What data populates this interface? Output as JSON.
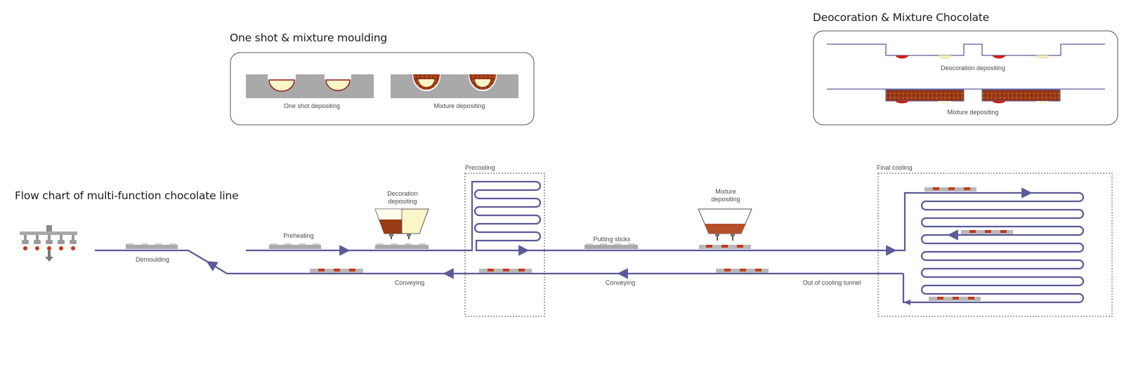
{
  "headings": {
    "one_shot": "One shot & mixture moulding",
    "decoration": "Deocoration & Mixture Chocolate",
    "flow_chart": "Flow chart of multi-function chocolate line"
  },
  "one_shot_panel": {
    "one_shot_label": "One shot depositing",
    "mixture_label": "Mixture depositing"
  },
  "decoration_panel": {
    "decoration_label": "Deocoration depositing",
    "mixture_label": "Mixture depositing"
  },
  "flow": {
    "precooling": "Precooling",
    "final_cooling": "Final cooling",
    "preheating": "Preheating",
    "decoration_depositing_line1": "Decoration",
    "decoration_depositing_line2": "depositing",
    "putting_sticks": "Putting sticks",
    "mixture_depositing_line1": "Mixture",
    "mixture_depositing_line2": "depositing",
    "demoulding": "Demoulding",
    "conveying_left": "Conveying",
    "conveying_right": "Conveying",
    "out_of_cooling_tunnel": "Out of cooling tunnel"
  },
  "colors": {
    "line": "#5b5a9a",
    "mould_grey": "#a9a9a9",
    "chocolate": "#b5502a",
    "dark_chocolate": "#7a2a12",
    "white_choc": "#fbf6c8",
    "red_dot": "#cc1f1f"
  }
}
